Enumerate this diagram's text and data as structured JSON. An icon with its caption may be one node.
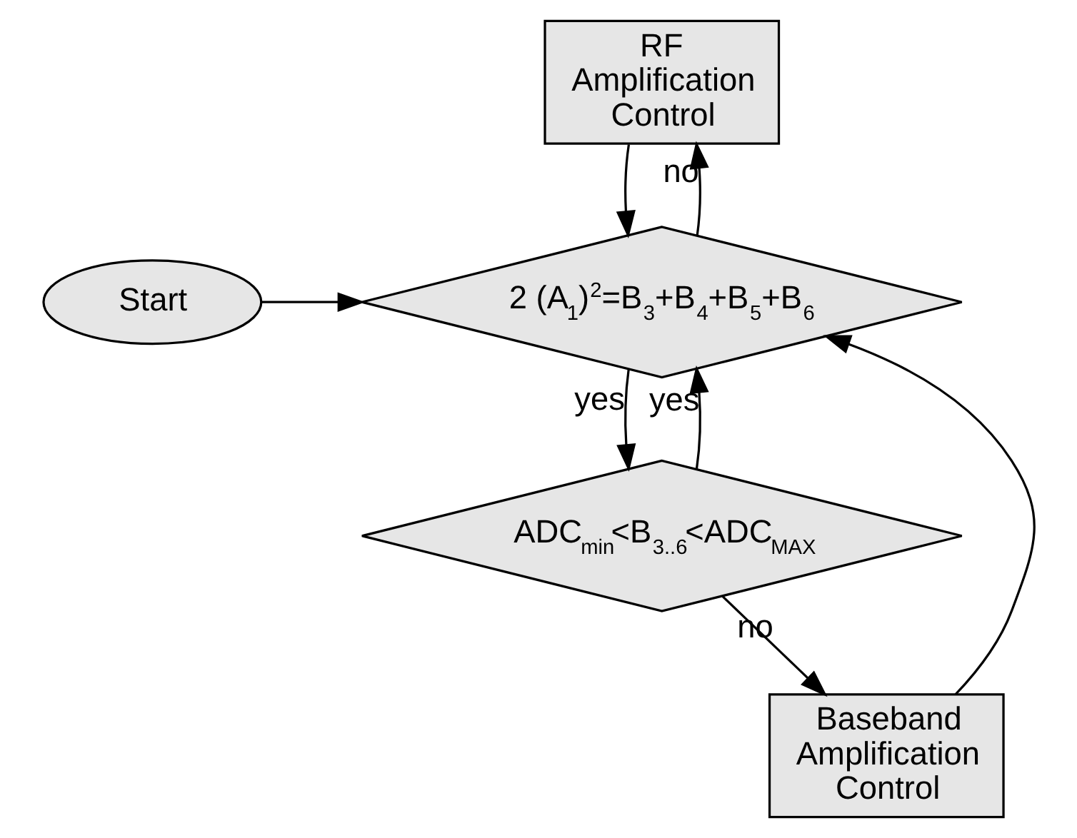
{
  "diagram": {
    "nodes": [
      {
        "text": [
          "RF Amplification Control"
        ]
      },
      {
        "text": [
          "Start"
        ]
      },
      {
        "text": [
          "2 (A$_{1}$)$^{2}$=B$_{3}$+B$_{4}$+B$_{5}$+B$_{6}$"
        ]
      },
      {
        "text": [
          "ADC$_{min}$<B$_{3..6}$<ADC$_{MAX}$"
        ]
      },
      {
        "text": [
          "Baseband Amplification Control"
        ]
      }
    ],
    "edges": [
      {
        "from": 1,
        "to": 2,
        "arrow": "to"
      },
      {
        "from": 2,
        "to": 0,
        "label": "no",
        "arrow": "to"
      },
      {
        "from": 0,
        "to": 2,
        "arrow": "to"
      },
      {
        "from": 2,
        "to": 3,
        "label": "yes",
        "arrow": "to"
      },
      {
        "from": 3,
        "to": 2,
        "label": "yes",
        "arrow": "to"
      },
      {
        "from": 3,
        "to": 4,
        "label": "no",
        "arrow": "to"
      },
      {
        "from": 4,
        "to": 2,
        "arrow": "to"
      }
    ]
  }
}
